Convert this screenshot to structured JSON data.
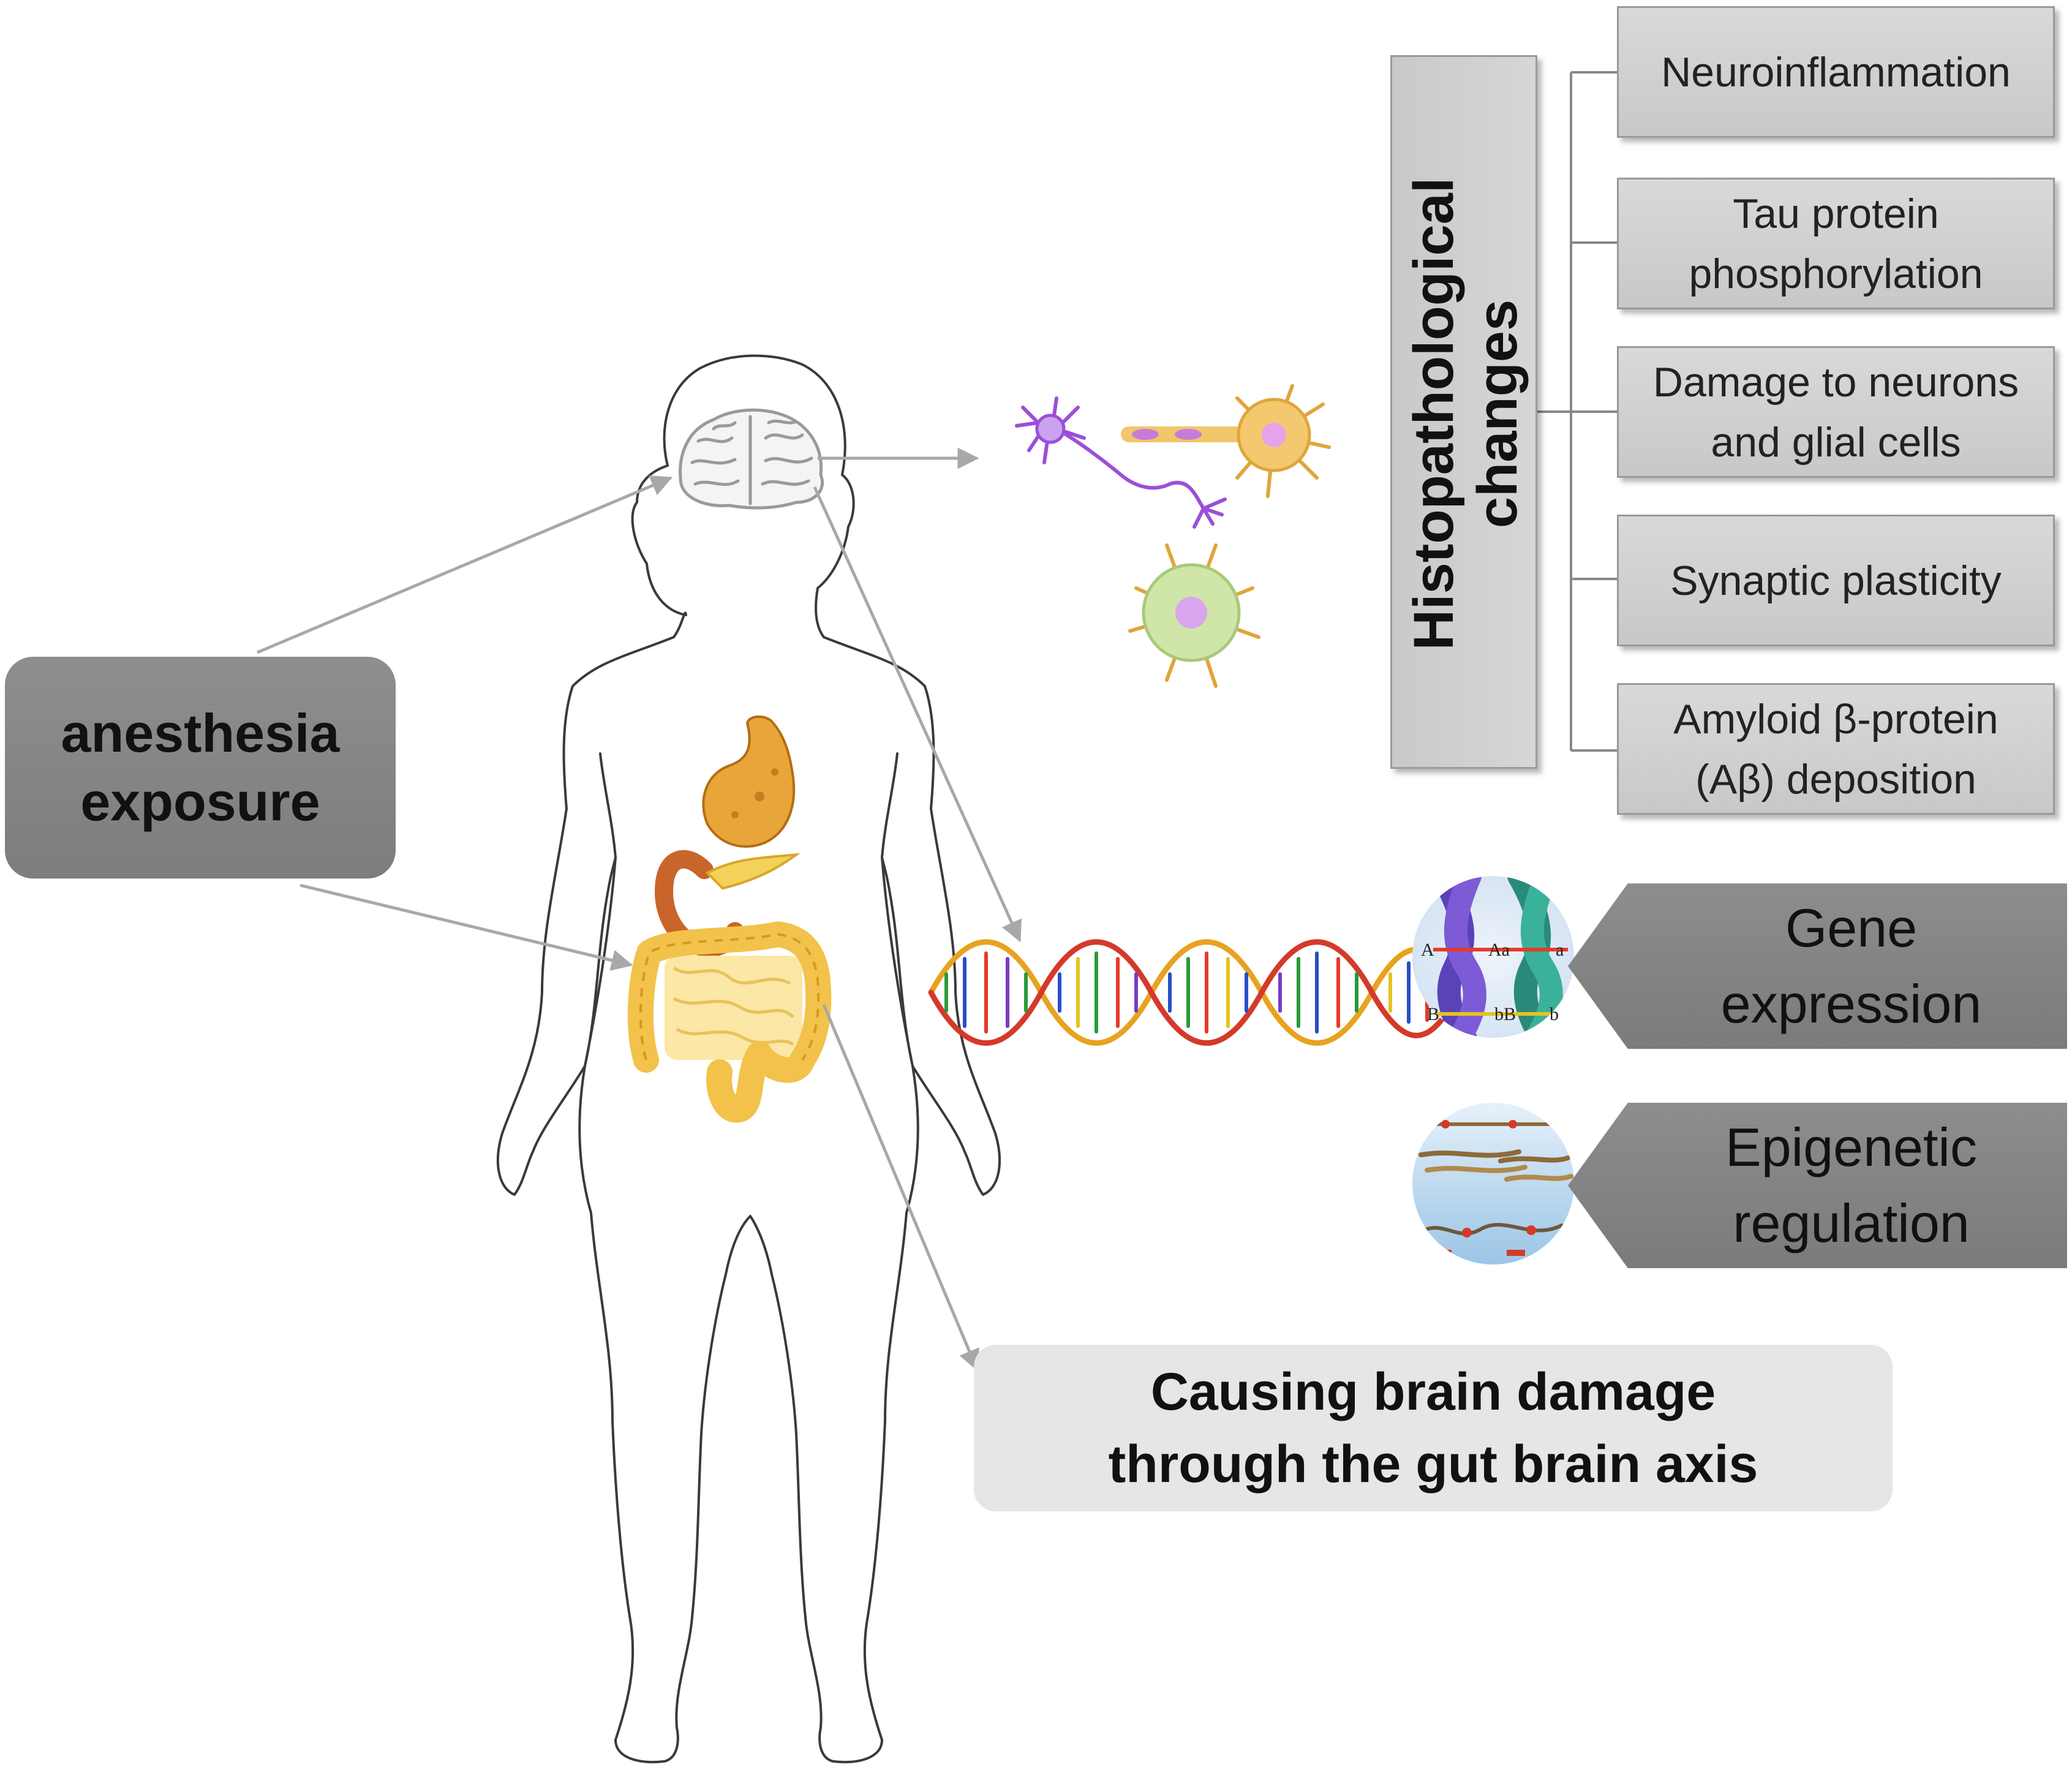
{
  "cause": {
    "label": "anesthesia\nexposure"
  },
  "histopathology": {
    "title": "Histopathological\nchanges",
    "effects": [
      "Neuroinflammation",
      "Tau protein\nphosphorylation",
      "Damage to neurons\nand glial cells",
      "Synaptic plasticity",
      "Amyloid β-protein\n(Aβ) deposition"
    ]
  },
  "gene": {
    "label": "Gene\nexpression",
    "chromosome_letters": [
      "A",
      "Aa",
      "a",
      "B",
      "bB",
      "b"
    ]
  },
  "epigenetic": {
    "label": "Epigenetic\nregulation"
  },
  "gut_brain": {
    "label": "Causing brain damage\nthrough the gut brain axis"
  },
  "colors": {
    "body_outline": "#3a3a3a",
    "arrow": "#a8a8a8",
    "organ_yellow": "#f2c24a",
    "neuron_purple": "#9b4fd8",
    "neuron_orange": "#e0a53a",
    "glia_green": "#cfe6a8"
  },
  "icons": [
    "brain-icon",
    "stomach-icon",
    "pancreas-icon",
    "intestine-icon",
    "neuron-icon",
    "dna-helix-icon",
    "chromosome-icon",
    "epigenetic-icon"
  ]
}
